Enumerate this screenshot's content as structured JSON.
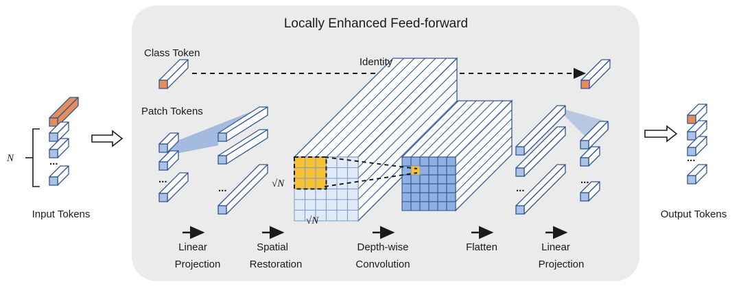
{
  "diagram": {
    "module_title": "Locally Enhanced Feed-forward",
    "class_token_label": "Class Token",
    "identity_label": "Identity",
    "patch_tokens_label": "Patch Tokens",
    "input_tokens_label": "Input Tokens",
    "output_tokens_label": "Output Tokens",
    "n_label": "N",
    "sqrt_n_label": "√N",
    "ellipsis": "...",
    "steps": [
      {
        "line1": "Linear",
        "line2": "Projection"
      },
      {
        "line1": "Spatial",
        "line2": "Restoration"
      },
      {
        "line1": "Depth-wise",
        "line2": "Convolution"
      },
      {
        "line1": "Flatten",
        "line2": ""
      },
      {
        "line1": "Linear",
        "line2": "Projection"
      }
    ]
  },
  "colors": {
    "module_bg": "#ebebeb",
    "class_token": "#e48d58",
    "patch_token": "#a9c2e6",
    "token_face": "#ffffff",
    "edge": "#2f5597",
    "kernel": "#f6c232",
    "grid_light": "#e1ebf7",
    "grid_dark": "#8fb1e0",
    "projection": "#8eaadb"
  }
}
